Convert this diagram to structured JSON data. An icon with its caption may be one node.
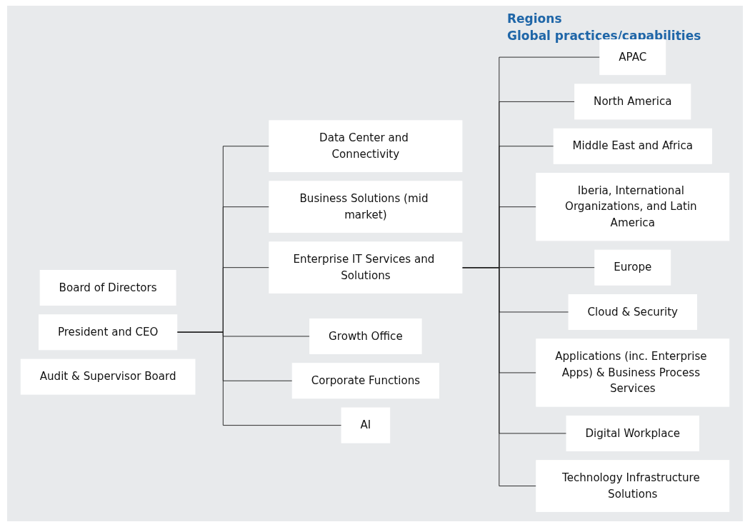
{
  "diagram": {
    "nodes": [
      {
        "text": [
          "Board of Directors"
        ]
      },
      {
        "text": [
          "President and CEO"
        ]
      },
      {
        "text": [
          "Audit & Supervisor Board"
        ]
      },
      {
        "text": [
          "Data Center and Connectivity"
        ]
      },
      {
        "text": [
          "Business Solutions (mid market)"
        ]
      },
      {
        "text": [
          "Enterprise IT Services and Solutions"
        ]
      },
      {
        "text": [
          "Growth Office"
        ]
      },
      {
        "text": [
          "Corporate Functions"
        ]
      },
      {
        "text": [
          "AI"
        ]
      },
      {
        "text": [
          "APAC"
        ]
      },
      {
        "text": [
          "North America"
        ]
      },
      {
        "text": [
          "Middle East and Africa"
        ]
      },
      {
        "text": [
          "Iberia, International Organizations, and Latin America"
        ]
      },
      {
        "text": [
          "Europe"
        ]
      },
      {
        "text": [
          "Cloud & Security"
        ]
      },
      {
        "text": [
          "Applications (inc. Enterprise Apps) & Business Process Services"
        ]
      },
      {
        "text": [
          "Digital Workplace"
        ]
      },
      {
        "text": [
          "Technology Infrastructure Solutions"
        ]
      }
    ],
    "edges": [
      {
        "from": 1,
        "to": 3,
        "arrow": "none"
      },
      {
        "from": 1,
        "to": 4,
        "arrow": "none"
      },
      {
        "from": 1,
        "to": 5,
        "arrow": "none"
      },
      {
        "from": 1,
        "to": 6,
        "arrow": "none"
      },
      {
        "from": 1,
        "to": 7,
        "arrow": "none"
      },
      {
        "from": 1,
        "to": 8,
        "arrow": "none"
      },
      {
        "from": 5,
        "to": 9,
        "arrow": "none"
      },
      {
        "from": 5,
        "to": 10,
        "arrow": "none"
      },
      {
        "from": 5,
        "to": 11,
        "arrow": "none"
      },
      {
        "from": 5,
        "to": 12,
        "arrow": "none"
      },
      {
        "from": 5,
        "to": 13,
        "arrow": "none"
      },
      {
        "from": 5,
        "to": 14,
        "arrow": "none"
      },
      {
        "from": 5,
        "to": 15,
        "arrow": "none"
      },
      {
        "from": 5,
        "to": 16,
        "arrow": "none"
      },
      {
        "from": 5,
        "to": 17,
        "arrow": "none"
      }
    ],
    "labels": [
      "Regions",
      "Global practices/capabilities"
    ]
  }
}
